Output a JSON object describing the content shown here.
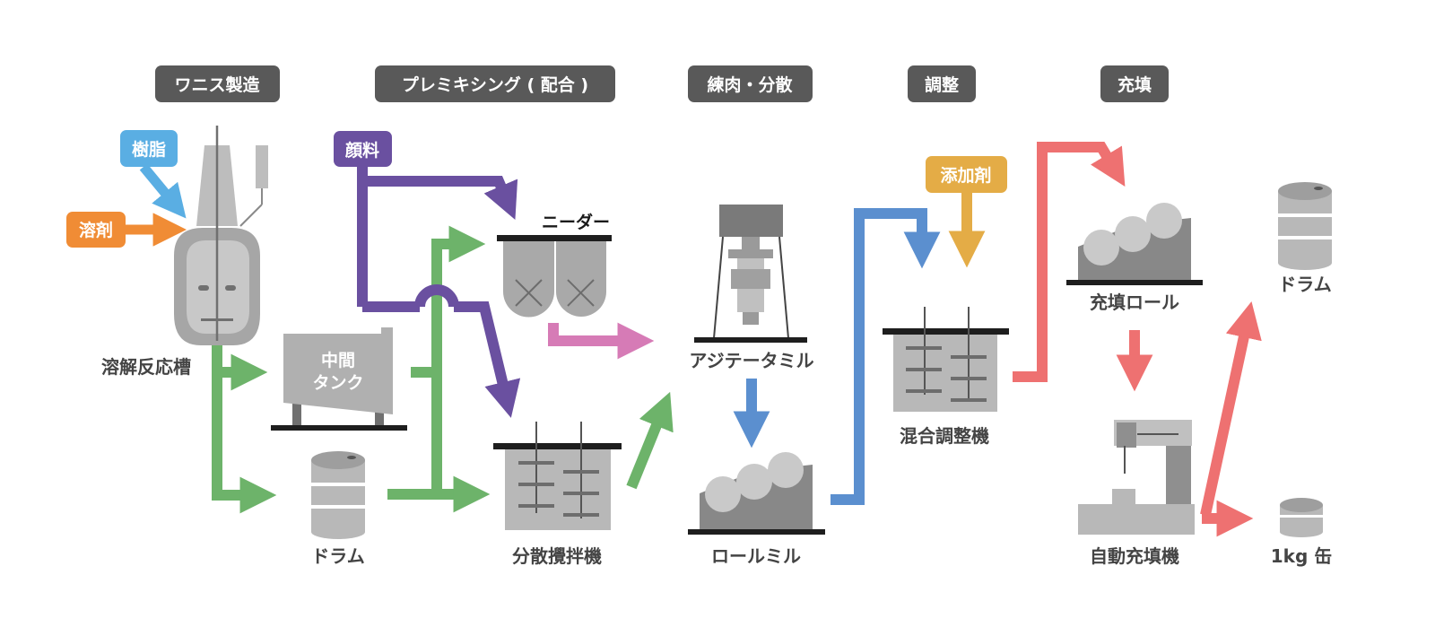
{
  "stages": {
    "varnish": "ワニス製造",
    "premix": "プレミキシング ( 配合 )",
    "milling": "練肉・分散",
    "adjust": "調整",
    "filling": "充填"
  },
  "inputs": {
    "resin": "樹脂",
    "solvent": "溶剤",
    "pigment": "顔料",
    "additive": "添加剤"
  },
  "equipment": {
    "dissolver": "溶解反応槽",
    "tank_line1": "中間",
    "tank_line2": "タンク",
    "drum": "ドラム",
    "kneader": "ニーダー",
    "disperser": "分散攪拌機",
    "agitator_mill": "アジテータミル",
    "roll_mill": "ロールミル",
    "mixer": "混合調整機",
    "fill_roll": "充填ロール",
    "auto_filler": "自動充填機",
    "drum_out": "ドラム",
    "can": "1kg 缶"
  },
  "colors": {
    "resin": "#5aaee3",
    "solvent": "#f08c35",
    "pigment": "#6a50a0",
    "additive": "#e4ac46",
    "varnish": "#6db36a",
    "kneader_flow": "#d67bb6",
    "mill_flow": "#5b8fcf",
    "fill_flow": "#ee7171",
    "machine": "#bdbdbd",
    "machine_dark": "#8a8a8a",
    "header_bg": "#595959"
  }
}
